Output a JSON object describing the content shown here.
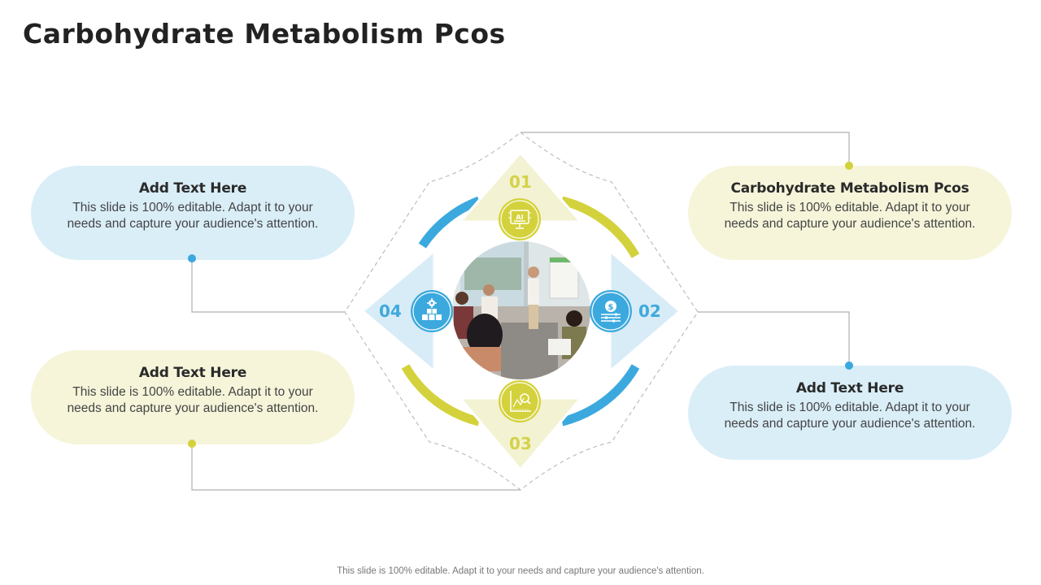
{
  "slide": {
    "title": "Carbohydrate Metabolism Pcos",
    "footer": "This slide is 100% editable. Adapt it to your needs and capture your audience's attention."
  },
  "colors": {
    "blue": "#3ba9de",
    "yellow": "#d4d23c",
    "blue_fill": "#daeef8",
    "yellow_fill": "#f6f5da",
    "connector": "#aaaaaa"
  },
  "boxes": [
    {
      "id": "top-left",
      "title": "Add Text Here",
      "body": "This slide is 100% editable. Adapt it to your needs and capture your audience's attention.",
      "color": "blue"
    },
    {
      "id": "top-right",
      "title": "Carbohydrate Metabolism Pcos",
      "body": "This slide is 100% editable. Adapt it to your needs and capture your audience's attention.",
      "color": "yellow"
    },
    {
      "id": "bottom-left",
      "title": "Add Text Here",
      "body": "This slide is 100% editable. Adapt it to your needs and capture your audience's attention.",
      "color": "yellow"
    },
    {
      "id": "bottom-right",
      "title": "Add Text Here",
      "body": "This slide is 100% editable. Adapt it to your needs and capture your audience's attention.",
      "color": "blue"
    }
  ],
  "steps": [
    {
      "number": "01",
      "icon": "ai-monitor-icon",
      "color": "yellow",
      "direction": "up"
    },
    {
      "number": "02",
      "icon": "dollar-sliders-icon",
      "color": "blue",
      "direction": "right"
    },
    {
      "number": "03",
      "icon": "chart-magnifier-icon",
      "color": "yellow",
      "direction": "down"
    },
    {
      "number": "04",
      "icon": "boxes-gear-icon",
      "color": "blue",
      "direction": "left"
    }
  ],
  "center_image": {
    "description": "team meeting photo"
  }
}
